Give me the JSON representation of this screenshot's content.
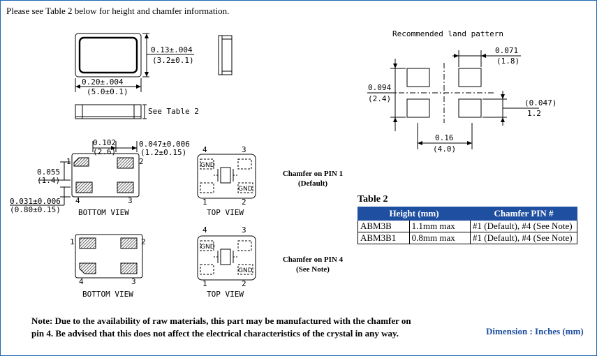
{
  "header": "Please see Table 2 below for height and chamfer information.",
  "top_dims": {
    "width_in": "0.13±.004",
    "width_mm": "(3.2±0.1)",
    "length_in": "0.20±.004",
    "length_mm": "(5.0±0.1)",
    "height_ref": "See Table 2"
  },
  "bottom_view_dims": {
    "d1_in": "0.102",
    "d1_mm": "(2.6)",
    "d2_in": "0.047±0.006",
    "d2_mm": "(1.2±0.15)",
    "d3_in": "0.055",
    "d3_mm": "(1.4)",
    "d4_in": "0.031±0.006",
    "d4_mm": "(0.80±0.15)"
  },
  "pins": {
    "p1": "1",
    "p2": "2",
    "p3": "3",
    "p4": "4"
  },
  "labels": {
    "bottom_view": "BOTTOM VIEW",
    "top_view": "TOP VIEW",
    "gnd": "GND"
  },
  "land_pattern": {
    "title": "Recommended land pattern",
    "a_in": "0.071",
    "a_mm": "(1.8)",
    "b_in": "0.094",
    "b_mm": "(2.4)",
    "c_in": "(0.047)",
    "c_mm": "1.2",
    "d_in": "0.16",
    "d_mm": "(4.0)"
  },
  "chamfer1": {
    "line1": "Chamfer on PIN 1",
    "line2": "(Default)"
  },
  "chamfer4": {
    "line1": "Chamfer on PIN 4",
    "line2": "(See Note)"
  },
  "table": {
    "title": "Table 2",
    "headers": [
      "Height (mm)",
      "Chamfer PIN #"
    ],
    "rows": [
      [
        "ABM3B",
        "1.1mm max",
        "#1 (Default), #4 (See Note)"
      ],
      [
        "ABM3B1",
        "0.8mm max",
        "#1 (Default), #4 (See Note)"
      ]
    ]
  },
  "note": "Note: Due to the availability of raw materials, this part may be manufactured with the chamfer on pin 4. Be advised that this does not affect the electrical characteristics of the crystal in any way.",
  "dimension_units": "Dimension : Inches (mm)"
}
